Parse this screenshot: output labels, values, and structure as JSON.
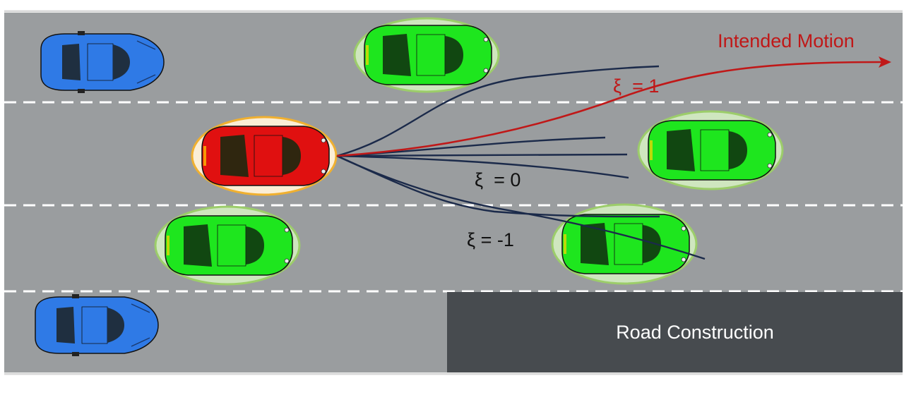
{
  "labels": {
    "intended_motion": "Intended Motion",
    "xi_pos": "ξ  = 1",
    "xi_zero": "ξ  = 0",
    "xi_neg": "ξ = -1",
    "road_construction": "Road Construction"
  },
  "colors": {
    "road": "#9a9d9f",
    "lane_marking": "#ffffff",
    "construction": "#474b4f",
    "ego_car": "#e01010",
    "ego_halo_fill": "#fbeed6",
    "ego_halo_stroke": "#f0b030",
    "other_car": "#1ee61e",
    "other_halo_fill": "#cfe6bf",
    "other_halo_stroke": "#9ccd6a",
    "parked_car": "#2f7ae6",
    "candidate_trajectory": "#1b2a4a",
    "intended_trajectory": "#c01818",
    "intended_label": "#c01818"
  },
  "icons": {
    "ego": "red-car-icon",
    "others": "green-car-icon",
    "parked": "blue-sports-car-icon",
    "arrow": "arrow-head-icon"
  }
}
